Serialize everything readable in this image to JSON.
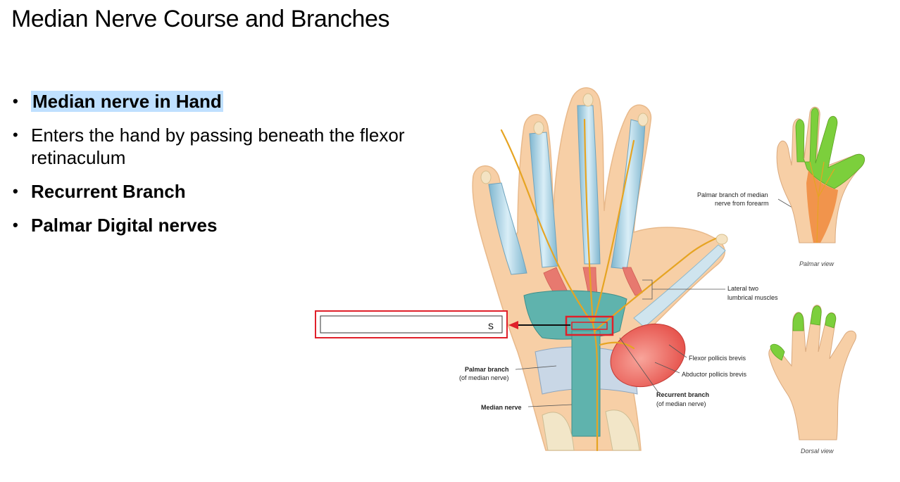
{
  "slide": {
    "title": "Median Nerve Course and Branches",
    "bullets": [
      {
        "text": "Median nerve in Hand"
      },
      {
        "text": "Enters the hand by passing beneath the flexor retinaculum"
      },
      {
        "text": "Recurrent Branch"
      },
      {
        "text": "Palmar Digital nerves"
      }
    ]
  },
  "figure": {
    "labels": {
      "palmar_branch_forearm_1": "Palmar branch of median",
      "palmar_branch_forearm_2": "nerve from forearm",
      "palmar_view": "Palmar view",
      "lateral_lumbricals_1": "Lateral two",
      "lateral_lumbricals_2": "lumbrical muscles",
      "flexor_pollicis_brevis": "Flexor pollicis brevis",
      "abductor_pollicis_brevis": "Abductor pollicis brevis",
      "recurrent_branch_1": "Recurrent branch",
      "recurrent_branch_2": "(of median nerve)",
      "palmar_branch_1": "Palmar branch",
      "palmar_branch_2": "(of median nerve)",
      "median_nerve": "Median nerve",
      "dorsal_view": "Dorsal view"
    },
    "answer_box_fragment": "s",
    "colors": {
      "skin": "#f7cfa6",
      "bone": "#f2e6c8",
      "tendon": "#a9d4e6",
      "nerve": "#e6a422",
      "muscle": "#e85a55",
      "sensory": "#7ccf3c",
      "highlight_box": "#e0202a"
    }
  }
}
